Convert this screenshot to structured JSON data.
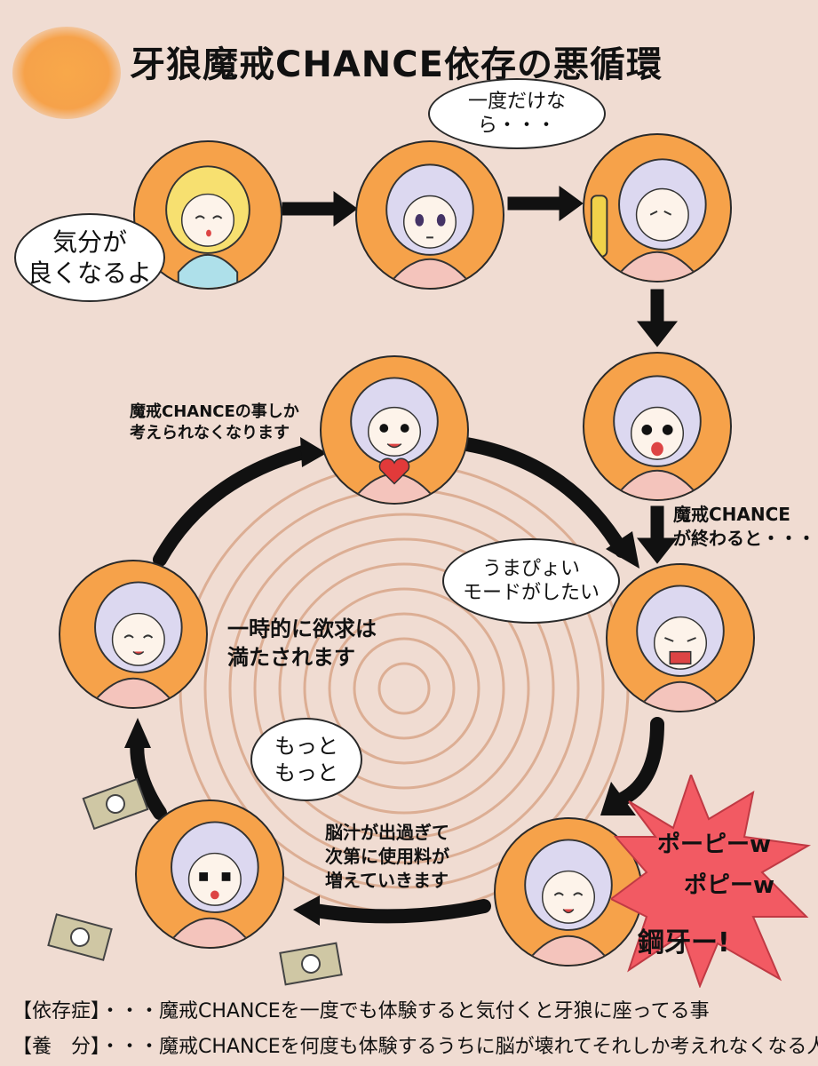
{
  "title": "牙狼魔戒CHANCE依存の悪循環",
  "bubbles": {
    "intro": "気分が\n良くなるよ",
    "once": "一度だけなら・・・",
    "umapyoi": "うまぴょい\nモードがしたい",
    "motto": "もっと\nもっと"
  },
  "captions": {
    "ends": "魔戒CHANCE\nが終わると・・・",
    "only_think": "魔戒CHANCEの事しか\n考えられなくなります",
    "satisfied": "一時的に欲求は\n満たされます",
    "usage": "脳汁が出過ぎて\n次第に使用料が\n増えていきます"
  },
  "burst": {
    "line1": "ポーピーw",
    "line2": "ポピーw",
    "line3": "鋼牙ー!"
  },
  "footer": {
    "dependence": "【依存症】・・・魔戒CHANCEを一度でも体験すると気付くと牙狼に座ってる事",
    "nutrient": "【養　分】・・・魔戒CHANCEを何度も体験するうちに脳が壊れてそれしか考えれなくなる人"
  },
  "colors": {
    "background": "#f0dcd2",
    "panel": "#f6a24a",
    "burst": "#f25a63",
    "spiral": "#dcae94"
  }
}
